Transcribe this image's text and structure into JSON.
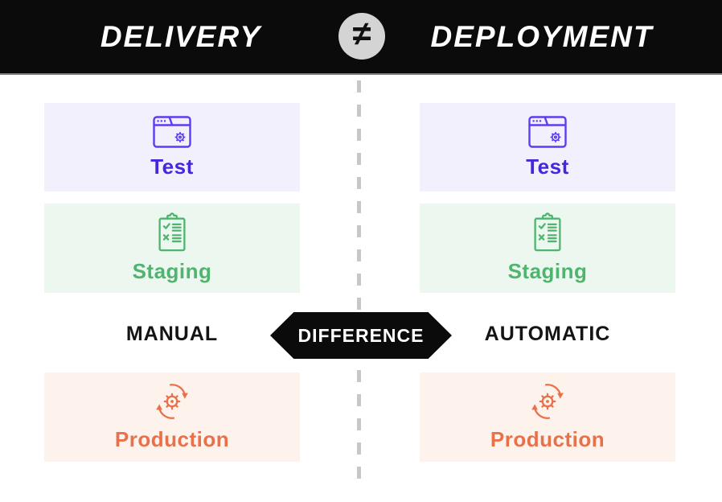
{
  "header": {
    "left_title": "DELIVERY",
    "not_equal_symbol": "≠",
    "right_title": "DEPLOYMENT",
    "bg_color": "#0b0b0b",
    "title_color": "#ffffff",
    "badge_bg_color": "#d4d4d4"
  },
  "divider": {
    "style": "dashed-vertical",
    "color": "#c7c7c7"
  },
  "center_badge": {
    "label": "DIFFERENCE",
    "bg_color": "#0b0b0b",
    "text_color": "#ffffff"
  },
  "columns": [
    {
      "side": "left",
      "mode_label": "MANUAL",
      "stages": [
        {
          "label": "Test",
          "icon": "browser-window-icon",
          "bg_color": "#f2f0fc",
          "text_color": "#4327dd",
          "icon_color": "#5d3cf2"
        },
        {
          "label": "Staging",
          "icon": "checklist-clipboard-icon",
          "bg_color": "#ecf7f0",
          "text_color": "#4fb56e",
          "icon_color": "#4fb56e"
        },
        {
          "label": "Production",
          "icon": "gear-sync-icon",
          "bg_color": "#fdf3ec",
          "text_color": "#e8714a",
          "icon_color": "#e8714a"
        }
      ]
    },
    {
      "side": "right",
      "mode_label": "AUTOMATIC",
      "stages": [
        {
          "label": "Test",
          "icon": "browser-window-icon",
          "bg_color": "#f2f0fc",
          "text_color": "#4327dd",
          "icon_color": "#5d3cf2"
        },
        {
          "label": "Staging",
          "icon": "checklist-clipboard-icon",
          "bg_color": "#ecf7f0",
          "text_color": "#4fb56e",
          "icon_color": "#4fb56e"
        },
        {
          "label": "Production",
          "icon": "gear-sync-icon",
          "bg_color": "#fdf3ec",
          "text_color": "#e8714a",
          "icon_color": "#e8714a"
        }
      ]
    }
  ]
}
